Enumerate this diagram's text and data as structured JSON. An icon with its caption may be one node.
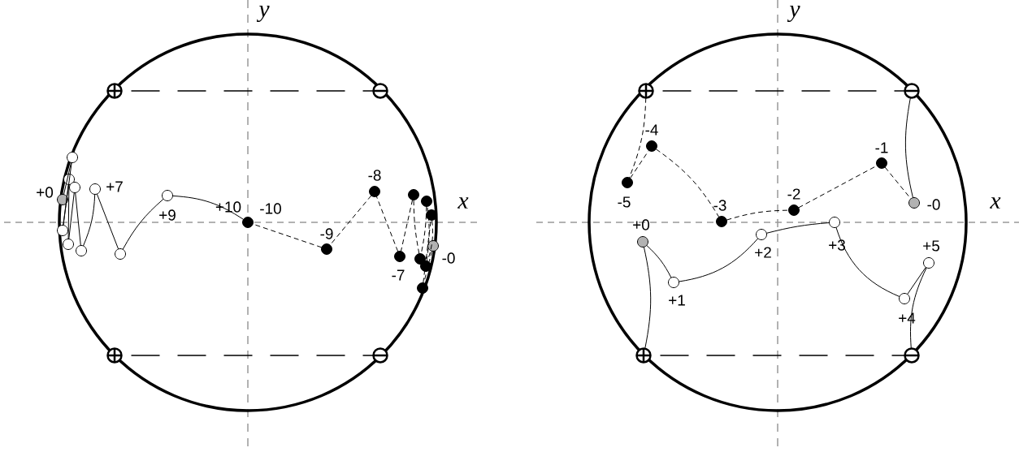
{
  "diagram": {
    "nodes": [
      {
        "text": [],
        "shape": "circle"
      },
      {
        "text": [],
        "shape": "circle"
      },
      {
        "text": [],
        "shape": "circle"
      },
      {
        "text": [],
        "shape": "circle"
      },
      {
        "text": [],
        "shape": "circle",
        "beside": [
          "+0"
        ]
      },
      {
        "text": [],
        "shape": "circle"
      },
      {
        "text": [],
        "shape": "circle"
      },
      {
        "text": [],
        "shape": "circle"
      },
      {
        "text": [],
        "shape": "circle"
      },
      {
        "text": [],
        "shape": "circle"
      },
      {
        "text": [],
        "shape": "circle"
      },
      {
        "text": [],
        "shape": "circle",
        "beside": [
          "+7"
        ]
      },
      {
        "text": [],
        "shape": "circle"
      },
      {
        "text": [],
        "shape": "circle",
        "beside": [
          "+9"
        ]
      },
      {
        "text": [],
        "shape": "circle",
        "beside": [
          "+10",
          "-10"
        ]
      },
      {
        "text": [],
        "shape": "circle",
        "beside": [
          "-9"
        ]
      },
      {
        "text": [],
        "shape": "circle",
        "beside": [
          "-8"
        ]
      },
      {
        "text": [],
        "shape": "circle",
        "beside": [
          "-7"
        ]
      },
      {
        "text": [],
        "shape": "circle"
      },
      {
        "text": [],
        "shape": "circle"
      },
      {
        "text": [],
        "shape": "circle"
      },
      {
        "text": [],
        "shape": "circle"
      },
      {
        "text": [],
        "shape": "circle"
      },
      {
        "text": [],
        "shape": "circle"
      },
      {
        "text": [],
        "shape": "circle",
        "beside": [
          "-0"
        ]
      },
      {
        "text": [],
        "shape": "circle"
      },
      {
        "text": [],
        "shape": "circle"
      },
      {
        "text": [],
        "shape": "circle"
      },
      {
        "text": [],
        "shape": "circle"
      },
      {
        "text": [],
        "shape": "circle",
        "beside": [
          "-5"
        ]
      },
      {
        "text": [],
        "shape": "circle",
        "beside": [
          "-4"
        ]
      },
      {
        "text": [],
        "shape": "circle",
        "beside": [
          "-3"
        ]
      },
      {
        "text": [],
        "shape": "circle",
        "beside": [
          "-2"
        ]
      },
      {
        "text": [],
        "shape": "circle",
        "beside": [
          "-1"
        ]
      },
      {
        "text": [],
        "shape": "circle",
        "beside": [
          "-0"
        ]
      },
      {
        "text": [],
        "shape": "circle",
        "beside": [
          "+0"
        ]
      },
      {
        "text": [],
        "shape": "circle",
        "beside": [
          "+1"
        ]
      },
      {
        "text": [],
        "shape": "circle",
        "beside": [
          "+2"
        ]
      },
      {
        "text": [],
        "shape": "circle",
        "beside": [
          "+3"
        ]
      },
      {
        "text": [],
        "shape": "circle",
        "beside": [
          "+4"
        ]
      },
      {
        "text": [],
        "shape": "circle",
        "beside": [
          "+5"
        ]
      }
    ],
    "edges": [
      {
        "from": 4,
        "to": 5,
        "arrow": "none"
      },
      {
        "from": 5,
        "to": 6,
        "arrow": "none"
      },
      {
        "from": 6,
        "to": 7,
        "arrow": "none"
      },
      {
        "from": 7,
        "to": 8,
        "arrow": "none"
      },
      {
        "from": 8,
        "to": 9,
        "arrow": "none"
      },
      {
        "from": 9,
        "to": 10,
        "arrow": "none"
      },
      {
        "from": 10,
        "to": 11,
        "arrow": "none"
      },
      {
        "from": 11,
        "to": 12,
        "arrow": "none"
      },
      {
        "from": 12,
        "to": 13,
        "arrow": "none"
      },
      {
        "from": 13,
        "to": 14,
        "arrow": "none"
      },
      {
        "from": 24,
        "to": 23,
        "arrow": "none",
        "style": "dashed"
      },
      {
        "from": 23,
        "to": 22,
        "arrow": "none",
        "style": "dashed"
      },
      {
        "from": 22,
        "to": 21,
        "arrow": "none",
        "style": "dashed"
      },
      {
        "from": 21,
        "to": 20,
        "arrow": "none",
        "style": "dashed"
      },
      {
        "from": 20,
        "to": 19,
        "arrow": "none",
        "style": "dashed"
      },
      {
        "from": 19,
        "to": 18,
        "arrow": "none",
        "style": "dashed"
      },
      {
        "from": 18,
        "to": 17,
        "arrow": "none",
        "style": "dashed"
      },
      {
        "from": 17,
        "to": 16,
        "arrow": "none",
        "style": "dashed"
      },
      {
        "from": 16,
        "to": 15,
        "arrow": "none",
        "style": "dashed"
      },
      {
        "from": 15,
        "to": 14,
        "arrow": "none",
        "style": "dashed"
      },
      {
        "from": 25,
        "to": 29,
        "arrow": "none",
        "style": "dashed"
      },
      {
        "from": 29,
        "to": 30,
        "arrow": "none",
        "style": "dashed"
      },
      {
        "from": 30,
        "to": 31,
        "arrow": "none",
        "style": "dashed"
      },
      {
        "from": 31,
        "to": 32,
        "arrow": "none",
        "style": "dashed"
      },
      {
        "from": 32,
        "to": 33,
        "arrow": "none",
        "style": "dashed"
      },
      {
        "from": 33,
        "to": 34,
        "arrow": "none",
        "style": "dashed"
      },
      {
        "from": 34,
        "to": 26,
        "arrow": "none"
      },
      {
        "from": 27,
        "to": 35,
        "arrow": "none"
      },
      {
        "from": 35,
        "to": 36,
        "arrow": "none"
      },
      {
        "from": 36,
        "to": 37,
        "arrow": "none"
      },
      {
        "from": 37,
        "to": 38,
        "arrow": "none"
      },
      {
        "from": 38,
        "to": 39,
        "arrow": "none"
      },
      {
        "from": 39,
        "to": 40,
        "arrow": "none"
      },
      {
        "from": 40,
        "to": 28,
        "arrow": "none"
      },
      {
        "from": 0,
        "to": 1,
        "arrow": "none",
        "style": "dashed"
      },
      {
        "from": 2,
        "to": 3,
        "arrow": "none",
        "style": "dashed"
      },
      {
        "from": 25,
        "to": 26,
        "arrow": "none",
        "style": "dashed"
      },
      {
        "from": 27,
        "to": 28,
        "arrow": "none",
        "style": "dashed"
      }
    ],
    "labels": [
      "y",
      "x",
      "y",
      "x"
    ]
  }
}
